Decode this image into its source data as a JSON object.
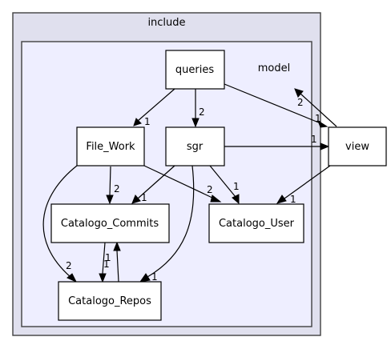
{
  "clusters": {
    "outer": {
      "label": "include"
    },
    "inner": {
      "label": "model"
    }
  },
  "nodes": {
    "queries": "queries",
    "file_work": "File_Work",
    "sgr": "sgr",
    "catalogo_commits": "Catalogo_Commits",
    "catalogo_user": "Catalogo_User",
    "catalogo_repos": "Catalogo_Repos",
    "view": "view"
  },
  "edges": {
    "queries_file_work": "1",
    "queries_sgr": "2",
    "queries_view": "1",
    "view_model": "2",
    "sgr_view": "1",
    "file_work_commits": "2",
    "file_work_user": "2",
    "file_work_repos": "2",
    "sgr_commits": "1",
    "sgr_user": "1",
    "sgr_repos": "1",
    "view_user": "1",
    "commits_repos": "1",
    "repos_commits": "1"
  },
  "colors": {
    "outer_cluster_fill": "#e0e0ee",
    "inner_cluster_fill": "#eeeeff",
    "node_fill": "#ffffff",
    "stroke": "#000000"
  }
}
